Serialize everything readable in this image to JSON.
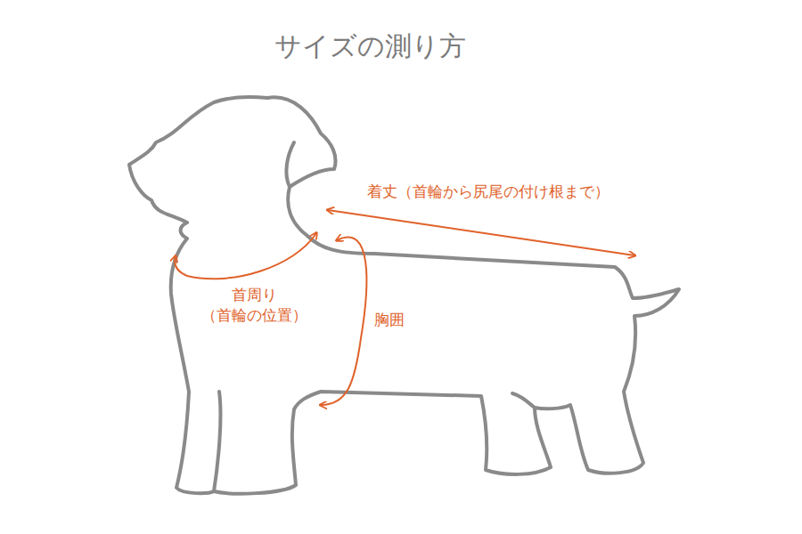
{
  "diagram": {
    "title": "サイズの測り方",
    "labels": [
      "着丈（首輪から尻尾の付け根まで）",
      "首周り （首輪の位置）",
      "胸囲"
    ]
  }
}
